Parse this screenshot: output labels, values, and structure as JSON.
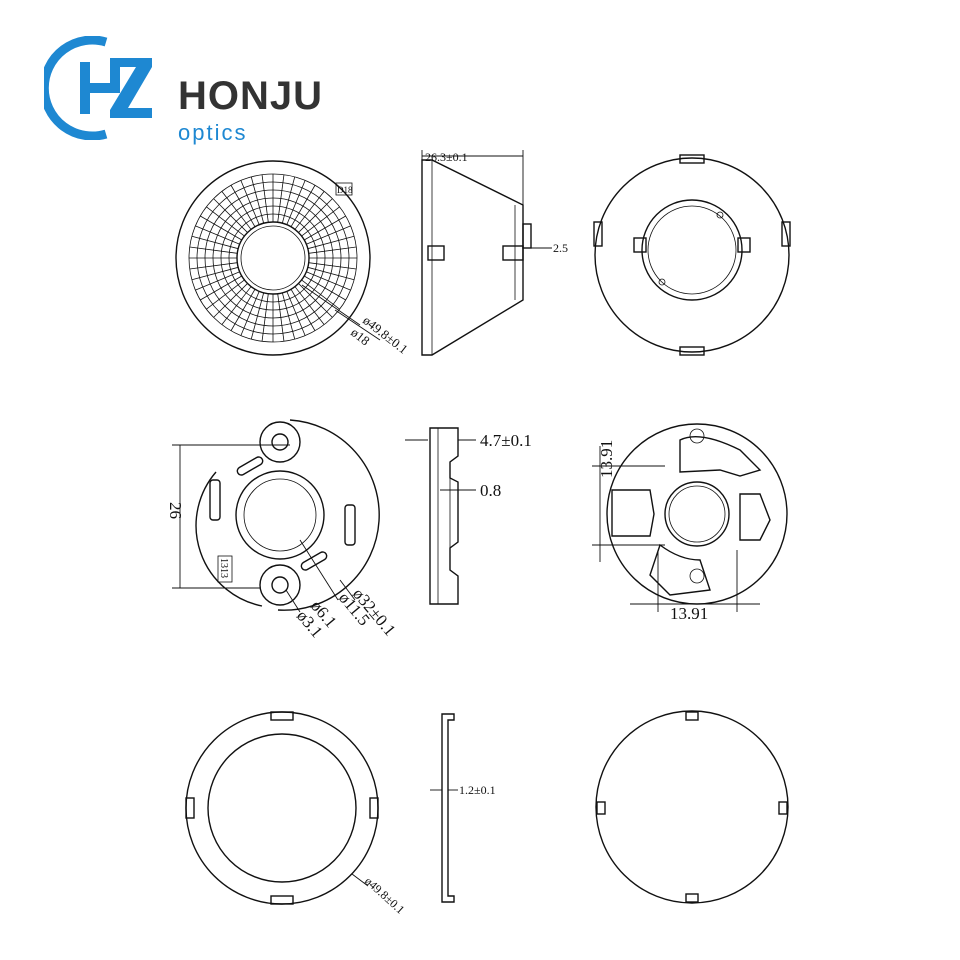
{
  "brand": {
    "name": "HONJU",
    "tagline": "optics",
    "accent_color": "#1e88d2",
    "text_color": "#333333"
  },
  "drawings": {
    "lens_front": {
      "dim_outer": "ø49.8±0.1",
      "dim_inner": "ø18",
      "mark": "D18"
    },
    "lens_side": {
      "dim_height": "26.3±0.1",
      "dim_tab": "2.5"
    },
    "holder_front": {
      "dim_height": "26",
      "dim_hole": "ø6.1",
      "dim_bore": "ø11.5",
      "dim_outer": "ø32±0.1",
      "dim_pin": "ø3.1",
      "mark": "1313"
    },
    "holder_side": {
      "dim_height": "4.7±0.1",
      "dim_step": "0.8"
    },
    "holder_back": {
      "dim_v": "13.91",
      "dim_h": "13.91"
    },
    "cover_side": {
      "dim_thickness": "1.2±0.1"
    },
    "cover_front": {
      "dim_outer": "ø49.8±0.1"
    }
  }
}
